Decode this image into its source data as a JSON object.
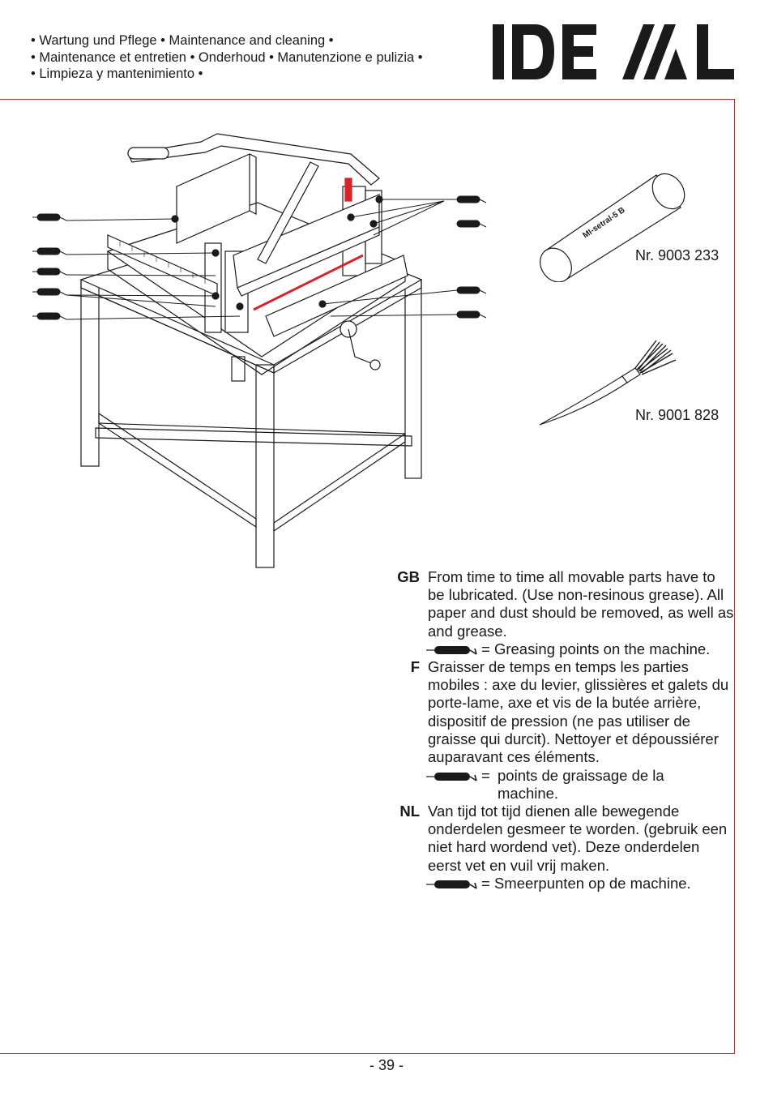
{
  "header": {
    "line1": "• Wartung und Pflege • Maintenance and cleaning •",
    "line2": "• Maintenance et entretien • Onderhoud • Manutenzione e pulizia •",
    "line3": "• Limpieza y mantenimiento •"
  },
  "logo": {
    "text": "IDEAL",
    "color": "#1a1a1a"
  },
  "accent_color": "#d9232a",
  "tube": {
    "label": "MI-setral-5 B",
    "part_number": "Nr. 9003 233"
  },
  "brush": {
    "part_number": "Nr. 9001 828"
  },
  "instructions": {
    "gb": {
      "code": "GB",
      "text": "From time to time all movable parts have to be lubricated. (Use non-resinous grease). All paper and dust should be removed, as well as and grease.",
      "legend": "= Greasing points on the machine."
    },
    "f": {
      "code": "F",
      "text": "Graisser de temps en temps les parties mobiles : axe du levier, glissières et galets du porte-lame, axe et vis de la butée arrière, dispositif de pression (ne pas utiliser de graisse qui durcit). Nettoyer et dépoussiérer auparavant ces éléments.",
      "legend_eq": "=",
      "legend": "points de graissage de la machine."
    },
    "nl": {
      "code": "NL",
      "text": "Van tijd tot tijd dienen alle bewegende onderdelen gesmeer te worden. (gebruik een niet hard wordend vet). Deze onderdelen eerst vet en vuil vrij maken.",
      "legend": "= Smeerpunten op de machine."
    }
  },
  "page_number": "- 39 -"
}
